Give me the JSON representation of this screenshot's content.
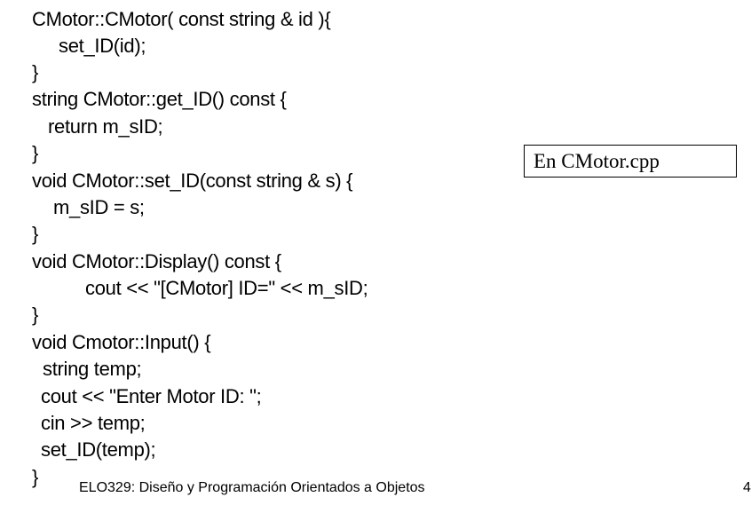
{
  "code": {
    "lines": [
      "CMotor::CMotor( const string & id ){",
      "set_ID(id);",
      "}",
      "string CMotor::get_ID() const {",
      "return m_sID;",
      "}",
      "void CMotor::set_ID(const string & s) {",
      "m_sID = s;",
      "}",
      "void CMotor::Display() const {",
      "cout << \"[CMotor] ID=\" << m_sID;",
      "}",
      "void Cmotor::Input() {",
      "string temp;",
      "cout << \"Enter Motor ID: \";",
      "cin >> temp;",
      "set_ID(temp);",
      "}"
    ]
  },
  "file_label": "En CMotor.cpp",
  "footer": {
    "course": "ELO329: Diseño y Programación Orientados a Objetos",
    "page_number": "4"
  }
}
